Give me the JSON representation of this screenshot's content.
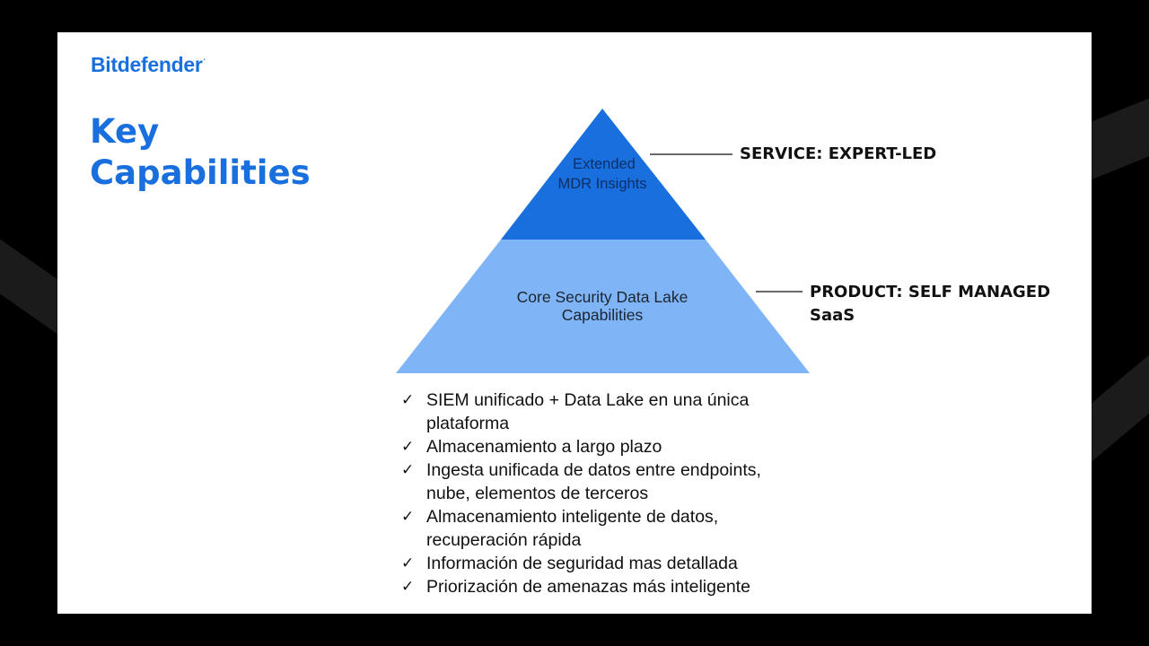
{
  "brand": {
    "logo_text": "Bitdefender",
    "logo_mark": ".",
    "color": "#1a6fde"
  },
  "title": {
    "line1": "Key",
    "line2": "Capabilities"
  },
  "pyramid": {
    "top_tier": {
      "line1": "Extended",
      "line2": "MDR Insights",
      "color": "#1a6fde"
    },
    "bottom_tier": {
      "line1": "Core Security Data Lake",
      "line2": "Capabilities",
      "color": "#7fb5f7"
    }
  },
  "side_labels": {
    "top": "SERVICE: EXPERT-LED",
    "bottom_line1": "PRODUCT: SELF MANAGED",
    "bottom_line2": "SaaS"
  },
  "capabilities": {
    "check_glyph": "✓",
    "items": [
      {
        "line1": "SIEM unificado + Data Lake en una única",
        "line2": "plataforma"
      },
      {
        "line1": "Almacenamiento a largo plazo",
        "line2": ""
      },
      {
        "line1": "Ingesta unificada de datos entre endpoints,",
        "line2": "nube, elementos de terceros"
      },
      {
        "line1": "Almacenamiento inteligente de datos,",
        "line2": "recuperación rápida"
      },
      {
        "line1": "Información de seguridad mas detallada",
        "line2": ""
      },
      {
        "line1": "Priorización de amenazas más inteligente",
        "line2": ""
      }
    ]
  }
}
